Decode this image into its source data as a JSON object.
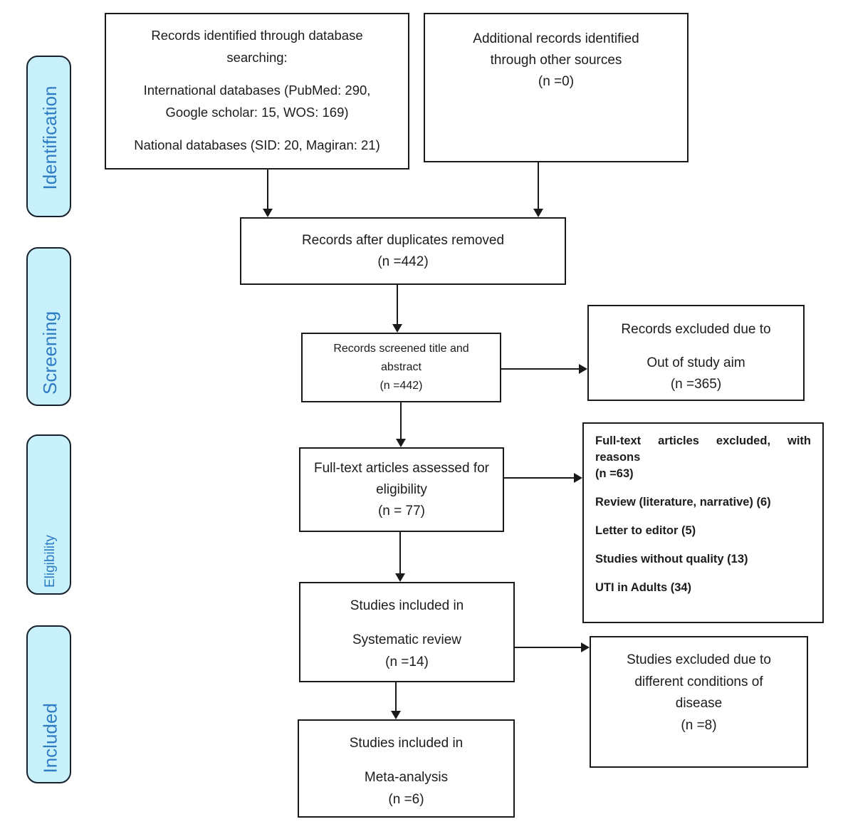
{
  "diagram": {
    "stages": [
      {
        "label": "Identification"
      },
      {
        "label": "Screening"
      },
      {
        "label": "Eligibility"
      },
      {
        "label": "Included"
      }
    ],
    "boxes": {
      "identified": {
        "title": "Records identified through database searching:",
        "international": "International databases (PubMed: 290, Google scholar: 15, WOS: 169)",
        "national": "National databases (SID: 20, Magiran: 21)"
      },
      "additional": {
        "line1": "Additional records identified through other sources",
        "count": "(n =0)"
      },
      "duplicates_removed": {
        "line1": "Records after duplicates removed",
        "count": "(n =442)"
      },
      "screened": {
        "line1": "Records screened title and abstract",
        "count": "(n =442)"
      },
      "excluded_screening": {
        "line1": "Records excluded due to",
        "line2": "Out of study aim",
        "count": "(n =365)"
      },
      "fulltext_assessed": {
        "line1": "Full-text articles assessed for eligibility",
        "count": "(n = 77)"
      },
      "fulltext_excluded": {
        "heading": "Full-text articles excluded, with reasons",
        "count": "(n =63)",
        "reasons": [
          "Review (literature, narrative) (6)",
          "Letter to editor (5)",
          "Studies without quality (13)",
          "UTI in Adults (34)"
        ]
      },
      "systematic_review": {
        "line1": "Studies included in",
        "line2": "Systematic review",
        "count": "(n =14)"
      },
      "excluded_conditions": {
        "line1": "Studies excluded due to different conditions of disease",
        "count": "(n =8)"
      },
      "meta_analysis": {
        "line1": "Studies included in",
        "line2": "Meta-analysis",
        "count": "(n =6)"
      }
    },
    "colors": {
      "stage_fill": "#c9f1fb",
      "stage_text": "#2e7cc3",
      "box_border": "#1a1a1a",
      "text": "#1c1c1c"
    }
  }
}
